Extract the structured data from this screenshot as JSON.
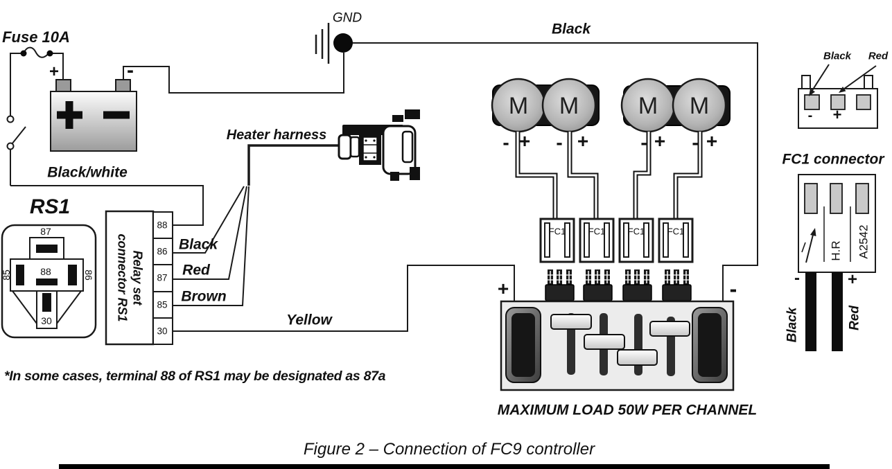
{
  "diagram": {
    "title_caption": "Figure 2 – Connection of FC9 controller",
    "footnote": "*In some cases, terminal 88 of RS1 may be designated as 87a",
    "max_load_note": "MAXIMUM LOAD 50W PER CHANNEL"
  },
  "labels": {
    "fuse": "Fuse 10A",
    "gnd": "GND",
    "battery_feed_wire": "Black",
    "switch_wire": "Black/white",
    "heater_harness": "Heater harness",
    "rs1": "RS1",
    "relay_set_line1": "Relay set",
    "relay_set_line2": "connector RS1",
    "wire_86": "Black",
    "wire_87": "Red",
    "wire_85": "Brown",
    "wire_30": "Yellow",
    "fc1_connector_heading": "FC1 connector"
  },
  "signs": {
    "plus": "+",
    "minus": "-"
  },
  "relay_pins": {
    "p87": "87",
    "p88": "88",
    "p85": "85",
    "p86": "86",
    "p30": "30"
  },
  "relay_terminals": [
    "88",
    "86",
    "87",
    "85",
    "30"
  ],
  "motor_label": "M",
  "fc1_plug_label": "FC1",
  "top_connector": {
    "pin1_wire": "Black",
    "pin2_wire": "Red"
  },
  "fc1_detail": {
    "pin2": "H.R",
    "pin3": "A2542",
    "wire_neg": "Black",
    "wire_pos": "Red"
  },
  "colors": {
    "line": "#1a1a1a",
    "motor_fill": "#b5b5b5",
    "panel_fill": "#ececec",
    "pin_fill": "#c9c9c9",
    "bar": "#000000"
  }
}
